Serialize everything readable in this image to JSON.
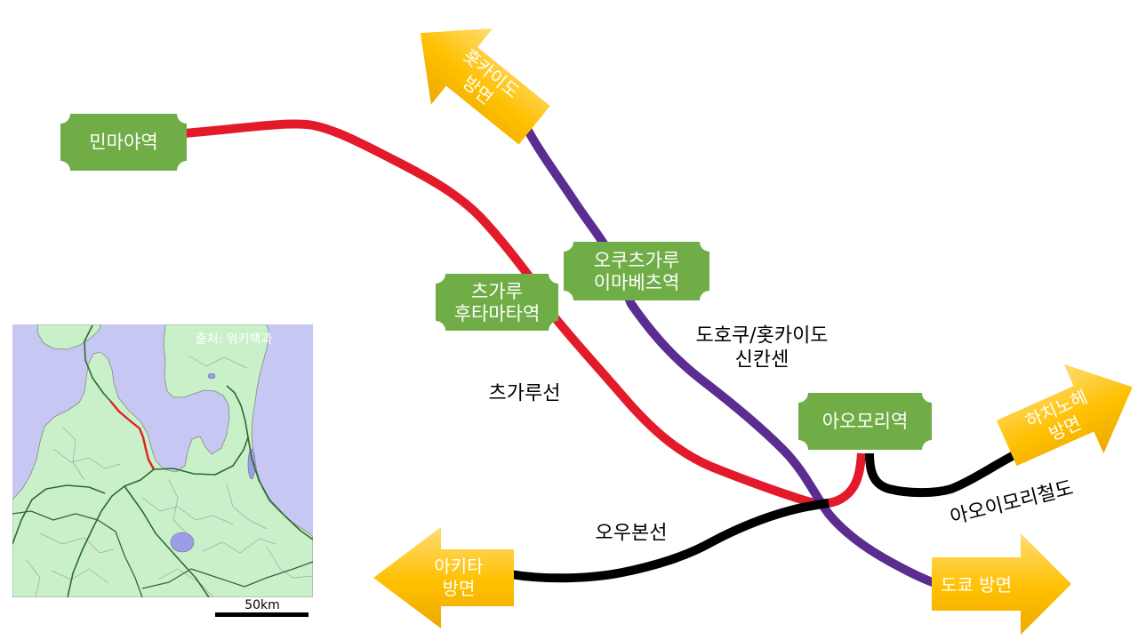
{
  "stations": {
    "minmaya": "민마야역",
    "tsugaru_futamata": [
      "츠가루",
      "후타마타역"
    ],
    "okutsugaru_imabetsu": [
      "오쿠츠가루",
      "이마베츠역"
    ],
    "aomori": "아오모리역"
  },
  "directions": {
    "hokkaido": [
      "홋카이도",
      "방면"
    ],
    "hachinohe": [
      "하치노헤",
      "방면"
    ],
    "akita": [
      "아키타",
      "방면"
    ],
    "tokyo": "도쿄 방면"
  },
  "lines": {
    "tsugaru": {
      "name": "츠가루선",
      "color": "#E31A2A"
    },
    "shinkansen": {
      "name": [
        "도호쿠/홋카이도",
        "신칸센"
      ],
      "color": "#5B2D90"
    },
    "ou": {
      "name": "오우본선",
      "color": "#000000"
    },
    "aoimori": {
      "name": "아오이모리철도",
      "color": "#000000"
    }
  },
  "map": {
    "credit": "출처: 위키백과",
    "scale": "50km"
  },
  "colors": {
    "station": "#70AD47",
    "arrow_light": "#FFDC73",
    "arrow_mid": "#FFC000",
    "arrow_dark": "#EDA800",
    "map_sea": "#C7C7F3",
    "map_land": "#CAF0CA",
    "map_route": "#E02020"
  }
}
